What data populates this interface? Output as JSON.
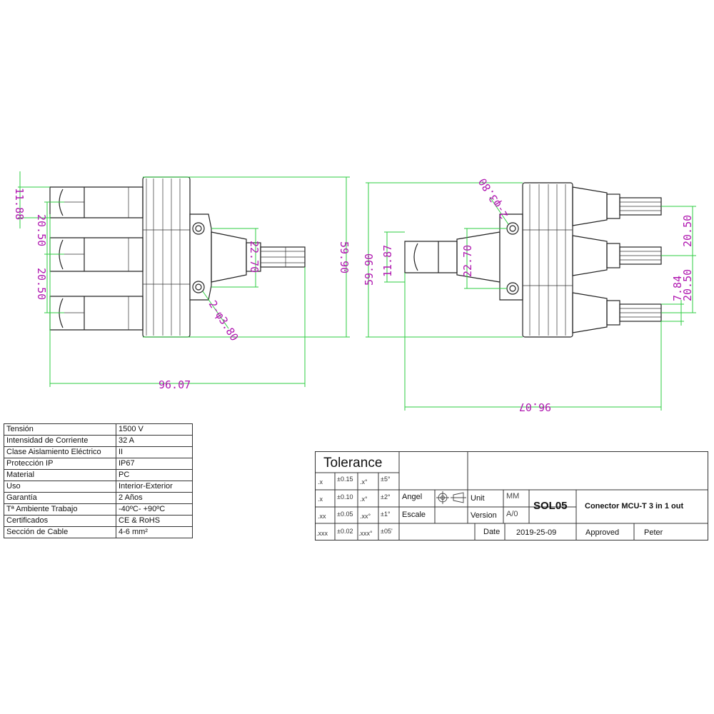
{
  "drawing": {
    "dims_left": {
      "d1": "11.88",
      "d2": "20.50",
      "d3": "20.50",
      "d4": "22.70",
      "d5": "2-φ3.80",
      "d6": "59.90",
      "d7": "96.07"
    },
    "dims_right": {
      "d1": "2-φ3.80",
      "d2": "22.70",
      "d3": "11.87",
      "d4": "59.90",
      "d5": "20.50",
      "d6": "7.84",
      "d7": "20.50",
      "d8": "96.07"
    }
  },
  "specs": [
    {
      "label": "Tensión",
      "value": "1500 V"
    },
    {
      "label": "Intensidad de Corriente",
      "value": "32 A"
    },
    {
      "label": "Clase Aislamiento Eléctrico",
      "value": "II"
    },
    {
      "label": "Protección IP",
      "value": "IP67"
    },
    {
      "label": "Material",
      "value": "PC"
    },
    {
      "label": "Uso",
      "value": "Interior-Exterior"
    },
    {
      "label": "Garantía",
      "value": "2 Años"
    },
    {
      "label": "Tª Ambiente Trabajo",
      "value": "-40ºC- +90ºC"
    },
    {
      "label": "Certificados",
      "value": "CE & RoHS"
    },
    {
      "label": "Sección de Cable",
      "value": "4-6 mm²"
    }
  ],
  "titleblock": {
    "tolerance": "Tolerance",
    "tol_rows": [
      {
        "a": ".x",
        "b": "±0.15",
        "c": ".x°",
        "d": "±5°"
      },
      {
        "a": ".x",
        "b": "±0.10",
        "c": ".x°",
        "d": "±2°"
      },
      {
        "a": ".xx",
        "b": "±0.05",
        "c": ".xx°",
        "d": "±1°"
      },
      {
        "a": ".xxx",
        "b": "±0.02",
        "c": ".xxx°",
        "d": "±05'"
      }
    ],
    "angel": "Angel",
    "escale": "Escale",
    "unit": "Unit",
    "unit_val": "MM",
    "version": "Version",
    "version_val": "A/0",
    "code": "SOL05",
    "name": "Conector MCU-T 3 in 1 out",
    "date_label": "Date",
    "date_val": "2019-25-09",
    "approved": "Approved",
    "approver": "Peter"
  }
}
